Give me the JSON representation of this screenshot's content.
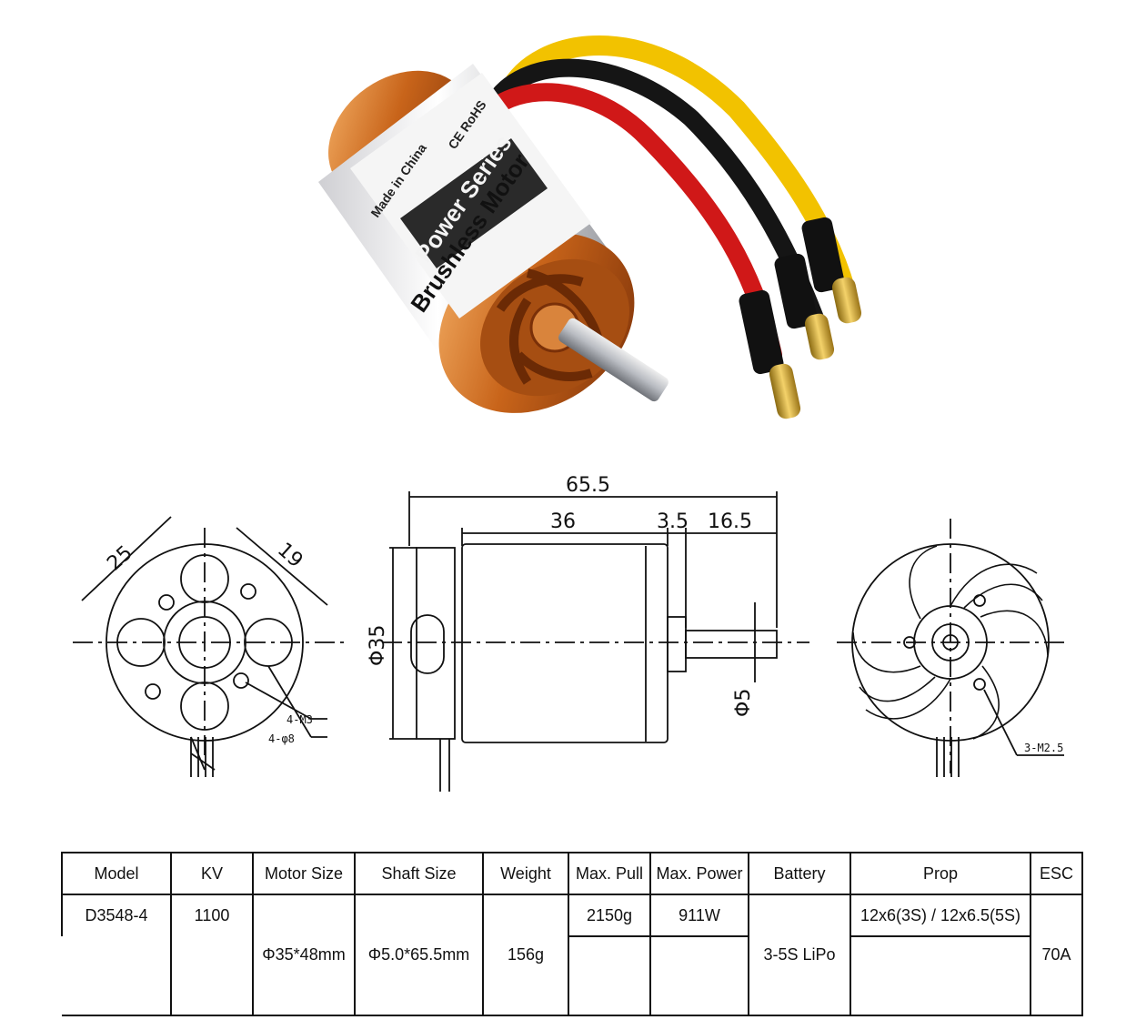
{
  "product_label": {
    "line1": "Brushless Motor",
    "line2": "Power Series",
    "made_in": "Made in China",
    "certs": "CE RoHS"
  },
  "drawing_dims": {
    "front": {
      "d1": "25",
      "d2": "19",
      "note_m3": "4-M3",
      "note_hole": "4-φ8"
    },
    "side": {
      "total_len": "65.5",
      "body_len": "36",
      "gap": "3.5",
      "shaft_len": "16.5",
      "diameter": "Φ35",
      "shaft_dia": "Φ5"
    },
    "rear": {
      "note": "3-M2.5"
    }
  },
  "spec_table": {
    "headers": [
      "Model",
      "KV",
      "Motor Size",
      "Shaft Size",
      "Weight",
      "Max. Pull",
      "Max. Power",
      "Battery",
      "Prop",
      "ESC"
    ],
    "model": "D3548-4",
    "kv": "1100",
    "motor_size": "Φ35*48mm",
    "shaft_size": "Φ5.0*65.5mm",
    "weight": "156g",
    "max_pull": "2150g",
    "max_power": "911W",
    "battery": "3-5S LiPo",
    "prop": "12x6(3S) / 12x6.5(5S)",
    "esc": "70A"
  }
}
